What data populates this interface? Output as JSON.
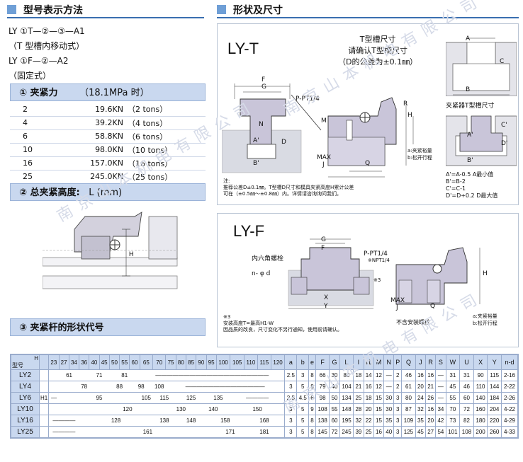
{
  "left": {
    "heading": "型号表示方法",
    "model_lines": [
      "LY ①T—②—③—A1",
      "（T 型槽内移动式）",
      "LY ①F—②—A2",
      "（固定式）"
    ],
    "force_header": {
      "label": "① 夹紧力",
      "unit": "（18.1MPa 时）"
    },
    "force_rows": [
      {
        "code": "2",
        "kn": "19.6KN",
        "tons": "（2 tons）"
      },
      {
        "code": "4",
        "kn": "39.2KN",
        "tons": "（4 tons）"
      },
      {
        "code": "6",
        "kn": "58.8KN",
        "tons": "（6 tons）"
      },
      {
        "code": "10",
        "kn": "98.0KN",
        "tons": "（10 tons）"
      },
      {
        "code": "16",
        "kn": "157.0KN",
        "tons": "（16 tons）"
      },
      {
        "code": "25",
        "kn": "245.0KN",
        "tons": "（25 tons）"
      }
    ],
    "height_header": {
      "label": "② 总夹紧高度:",
      "unit": "L (mm)"
    },
    "height_fig_labels": {
      "h": "H"
    },
    "bar_header": "③ 夹紧杆的形状代号"
  },
  "right": {
    "heading": "形状及尺寸",
    "lyt": {
      "title": "LY-T",
      "note_lines": [
        "T型槽尺寸",
        "请确认T型槽尺寸",
        "（D的公差为±0.1㎜）"
      ],
      "fig_labels": [
        "F",
        "G",
        "P-PT1/4",
        "N",
        "A'",
        "D",
        "B'",
        "M",
        "H",
        "R",
        "MAX",
        "J",
        "Q",
        "a:夹紧裕量",
        "b:松开行程"
      ],
      "groove_labels": [
        "A",
        "C",
        "B",
        "A'",
        "C'",
        "D'",
        "B'"
      ],
      "groove_caption": "夹紧器T型槽尺寸",
      "rules": [
        "A'=A-0.5 A最小值",
        "B'=B-2",
        "C'=C-1",
        "D'=D+0.2 D最大值"
      ],
      "notes": [
        "注:",
        "推荐公差D±0.1㎜。T型槽D尺寸和模具夹紧高度H累计公差",
        "可在（±0.5㎜～±0.8㎜）内。详情请咨询询问我们。"
      ]
    },
    "lyf": {
      "title": "LY-F",
      "labels": [
        "G",
        "F",
        "内六角螺栓",
        "n- φ d",
        "P-PT1/4",
        "※NPT1/4",
        "※3",
        "H",
        "X",
        "Y",
        "MAX",
        "J",
        "Q",
        "a:夹紧裕量",
        "b:松开行程",
        "不含安装螺栓"
      ],
      "notes": [
        "※3",
        "安装高度T=最高H1-W",
        "因品质的改良，尺寸变化不另行通知，使用前请确认。"
      ]
    }
  },
  "table": {
    "corner_h": "H",
    "corner_model": "型号",
    "h_values": [
      "23",
      "27",
      "34",
      "36",
      "40",
      "45",
      "50",
      "55",
      "60",
      "65",
      "70",
      "75",
      "80",
      "85",
      "90",
      "95",
      "100",
      "105",
      "110",
      "115",
      "120"
    ],
    "dims": [
      "a",
      "b",
      "e",
      "F",
      "G",
      "L",
      "I",
      "I1",
      "M",
      "N",
      "P",
      "Q",
      "J",
      "R",
      "S",
      "W",
      "U",
      "X",
      "Y",
      "n-d"
    ],
    "h1_label": "H1",
    "rows": [
      {
        "model": "LY2",
        "h1": [
          {
            "v": "61",
            "span": 4
          },
          {
            "v": "71",
            "span": 2
          },
          {
            "v": "81",
            "span": 3
          },
          {
            "v": "————————————————————",
            "span": 12
          }
        ],
        "d": [
          "2.5",
          "3",
          "8",
          "66",
          "30",
          "80",
          "18",
          "14",
          "12",
          "—",
          "2",
          "46",
          "16",
          "16",
          "—",
          "31",
          "31",
          "90",
          "115",
          "2-16"
        ]
      },
      {
        "model": "LY4",
        "h1": [
          {
            "v": "",
            "span": 1
          },
          {
            "v": "78",
            "span": 5
          },
          {
            "v": "88",
            "span": 2
          },
          {
            "v": "98",
            "span": 2
          },
          {
            "v": "108",
            "span": 1
          },
          {
            "v": "——————————————",
            "span": 10
          }
        ],
        "d": [
          "3",
          "5",
          "8",
          "79",
          "40",
          "104",
          "21",
          "16",
          "12",
          "—",
          "2",
          "61",
          "20",
          "21",
          "—",
          "45",
          "46",
          "110",
          "144",
          "2-22"
        ]
      },
      {
        "model": "LY6",
        "h1": [
          {
            "v": "—",
            "span": 1
          },
          {
            "v": "95",
            "span": 8
          },
          {
            "v": "105",
            "span": 1
          },
          {
            "v": "115",
            "span": 2
          },
          {
            "v": "125",
            "span": 3
          },
          {
            "v": "135",
            "span": 2
          },
          {
            "v": "————",
            "span": 4
          }
        ],
        "d": [
          "2.5",
          "4.5",
          "6",
          "98",
          "50",
          "134",
          "25",
          "18",
          "15",
          "30",
          "3",
          "80",
          "24",
          "26",
          "—",
          "55",
          "60",
          "140",
          "184",
          "2-26"
        ]
      },
      {
        "model": "LY10",
        "h1": [
          {
            "v": "",
            "span": 4
          },
          {
            "v": "120",
            "span": 7
          },
          {
            "v": "130",
            "span": 3
          },
          {
            "v": "140",
            "span": 3
          },
          {
            "v": "150",
            "span": 4
          }
        ],
        "d": [
          "3",
          "5",
          "9",
          "108",
          "55",
          "148",
          "28",
          "20",
          "15",
          "30",
          "3",
          "87",
          "32",
          "16",
          "34",
          "70",
          "72",
          "160",
          "204",
          "4-22"
        ]
      },
      {
        "model": "LY16",
        "h1": [
          {
            "v": "————",
            "span": 3
          },
          {
            "v": "128",
            "span": 7
          },
          {
            "v": "138",
            "span": 2
          },
          {
            "v": "148",
            "span": 3
          },
          {
            "v": "158",
            "span": 3
          },
          {
            "v": "168",
            "span": 3
          }
        ],
        "d": [
          "3",
          "5",
          "8",
          "138",
          "60",
          "195",
          "32",
          "22",
          "15",
          "35",
          "3",
          "109",
          "35",
          "20",
          "42",
          "73",
          "82",
          "180",
          "220",
          "4-29"
        ]
      },
      {
        "model": "LY25",
        "h1": [
          {
            "v": "————",
            "span": 3
          },
          {
            "v": "161",
            "span": 13
          },
          {
            "v": "171",
            "span": 2
          },
          {
            "v": "181",
            "span": 3
          }
        ],
        "d": [
          "3",
          "5",
          "8",
          "145",
          "72",
          "245",
          "39",
          "25",
          "16",
          "40",
          "3",
          "125",
          "45",
          "27",
          "54",
          "101",
          "108",
          "200",
          "260",
          "4-33"
        ]
      }
    ]
  },
  "watermark": "南京山本机电有限公司"
}
